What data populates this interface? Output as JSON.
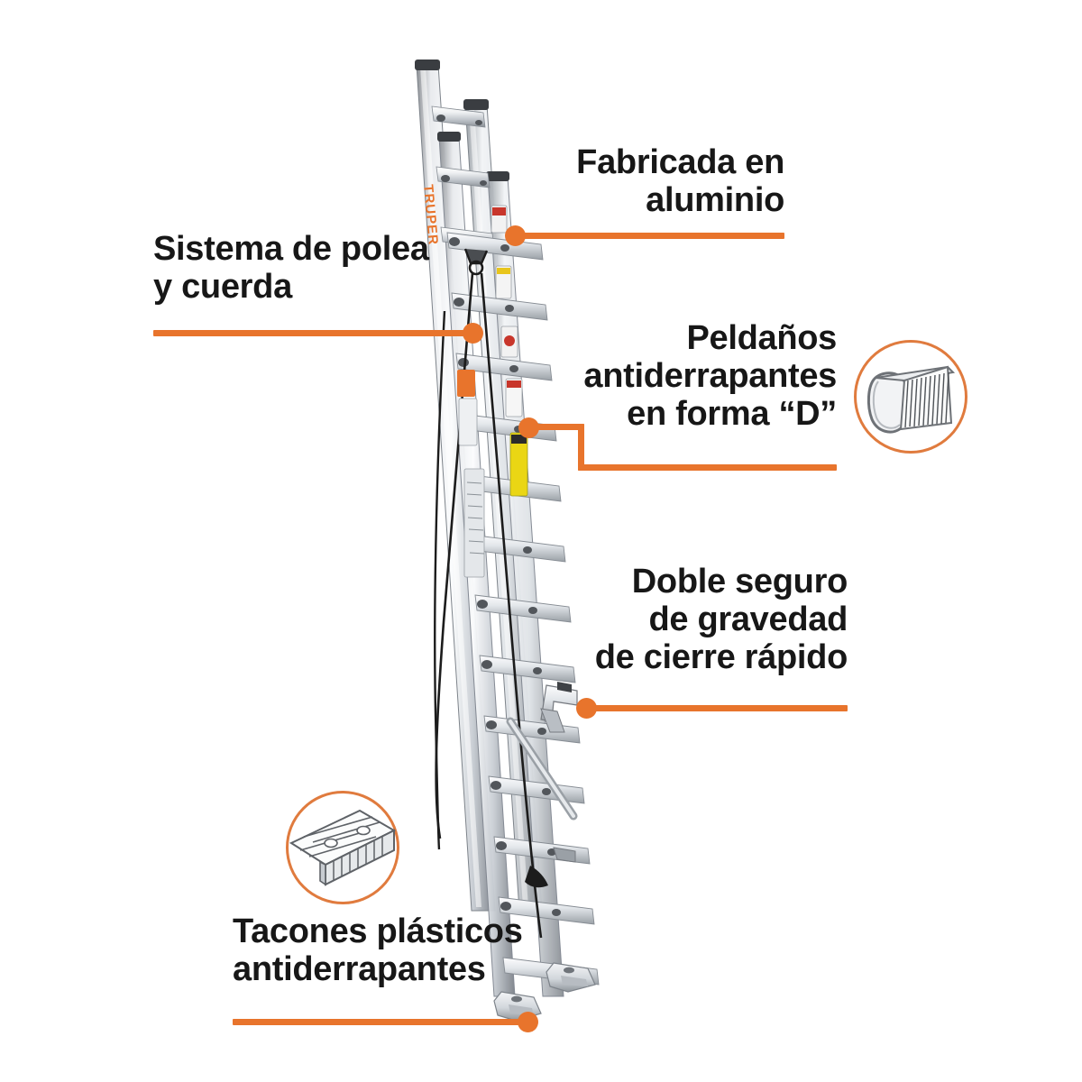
{
  "page": {
    "title": "Escalera de extensión de aluminio - características",
    "background_color": "#ffffff",
    "accent_color": "#E8742C",
    "text_color": "#171717"
  },
  "product": {
    "brand": "TRUPER",
    "type": "Escalera de extensión de aluminio",
    "brand_color": "#E8742C"
  },
  "callouts": [
    {
      "id": "aluminio",
      "text": "Fabricada en\naluminio",
      "align": "right",
      "underline": true,
      "dot": true
    },
    {
      "id": "polea",
      "text": "Sistema de polea\ny cuerda",
      "align": "left",
      "underline": true,
      "dot": true
    },
    {
      "id": "peldanos",
      "text": "Peldaños\nantiderrapantes\nen forma “D”",
      "align": "right",
      "underline": true,
      "dot": true
    },
    {
      "id": "seguro",
      "text": "Doble seguro\nde gravedad\nde cierre rápido",
      "align": "right",
      "underline": true,
      "dot": true
    },
    {
      "id": "tacones",
      "text": "Tacones plásticos\nantiderrapantes",
      "align": "left",
      "underline": true,
      "dot": true
    }
  ],
  "detail_insets": [
    {
      "id": "d-rung",
      "icon": "d-shaped-rung-profile-icon",
      "describes": "peldanos"
    },
    {
      "id": "plastic-shoe",
      "icon": "ribbed-plastic-shoe-icon",
      "describes": "tacones"
    }
  ]
}
